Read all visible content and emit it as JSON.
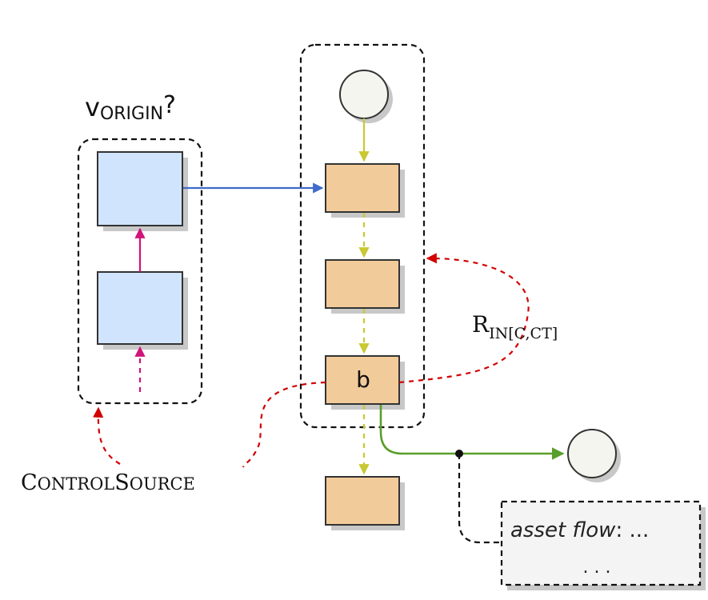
{
  "labels": {
    "v_main": "v",
    "v_sub": "ORIGIN",
    "v_suffix": "?",
    "r_main": "R",
    "r_sub": "IN[C,CT]",
    "control_c": "C",
    "control_ontrol": "ONTROL",
    "control_s": "S",
    "control_ource": "OURCE",
    "node_b": "b",
    "note_italic": "asset flow",
    "note_rest": ": ...",
    "note_line2": ". . ."
  },
  "colors": {
    "blue_fill": "#d0e4fd",
    "orange_fill": "#f2cb9a",
    "circle_fill": "#f5f5ef",
    "note_fill": "#f4f4f4",
    "shadow": "#c8c8c8",
    "stroke": "#333333",
    "blue_arrow": "#3f6bc9",
    "magenta_arrow": "#d0147a",
    "yellow_arrow": "#c8c832",
    "green_arrow": "#5a9e2a",
    "red_dashed": "#d20000"
  }
}
